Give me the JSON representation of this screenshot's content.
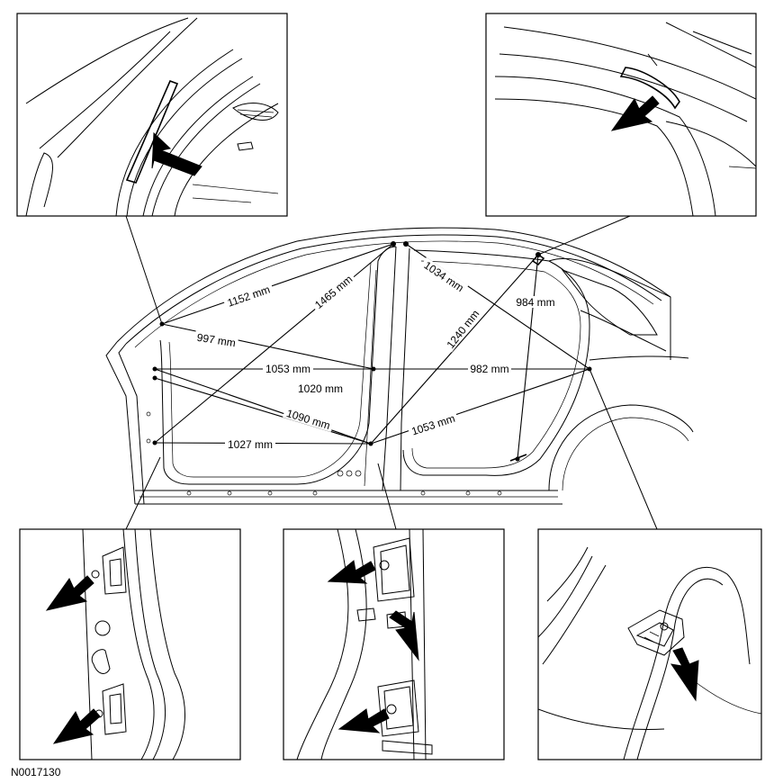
{
  "figure_id": "N0017130",
  "dimensions": [
    {
      "key": "d1152",
      "label": "1152 mm"
    },
    {
      "key": "d1465",
      "label": "1465 mm"
    },
    {
      "key": "d1034",
      "label": "1034 mm"
    },
    {
      "key": "d984",
      "label": "984 mm"
    },
    {
      "key": "d997",
      "label": "997 mm"
    },
    {
      "key": "d1053a",
      "label": "1053 mm"
    },
    {
      "key": "d1240",
      "label": "1240 mm"
    },
    {
      "key": "d982",
      "label": "982 mm"
    },
    {
      "key": "d1020",
      "label": "1020 mm"
    },
    {
      "key": "d1090",
      "label": "1090 mm"
    },
    {
      "key": "d1053b",
      "label": "1053 mm"
    },
    {
      "key": "d1027",
      "label": "1027 mm"
    }
  ],
  "detail_views": [
    {
      "name": "detail-a-pillar-upper"
    },
    {
      "name": "detail-c-pillar-roof"
    },
    {
      "name": "detail-front-door-hinges"
    },
    {
      "name": "detail-rear-door-hinges"
    },
    {
      "name": "detail-rear-striker"
    }
  ]
}
